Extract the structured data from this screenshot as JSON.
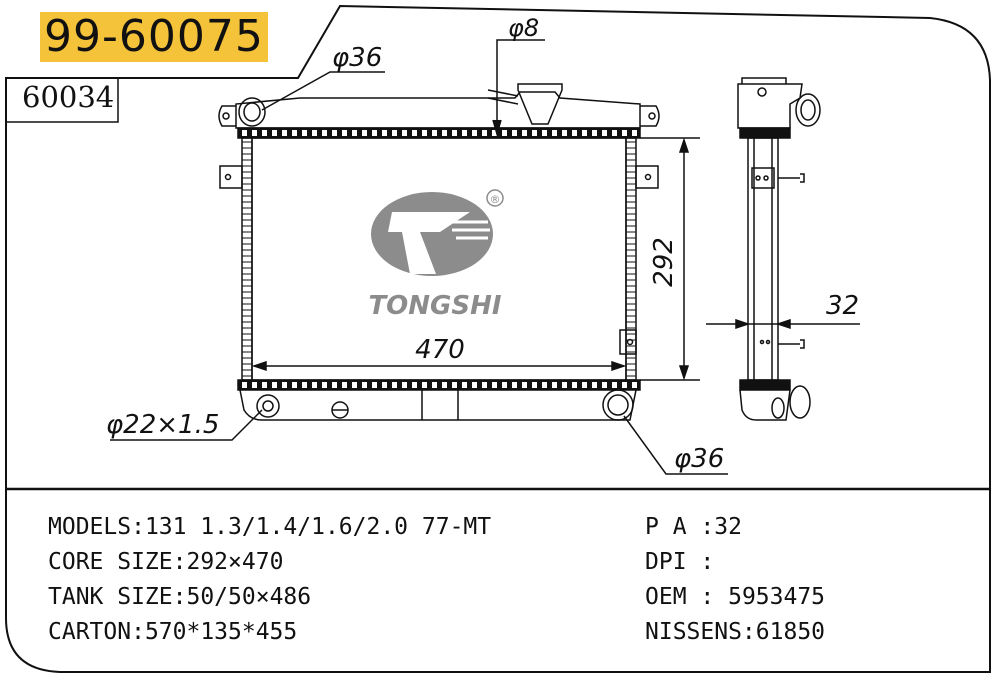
{
  "header": {
    "part_number": "99-60075",
    "reference_number": "60034"
  },
  "brand": {
    "name": "TONGSHI",
    "registered_mark": "®"
  },
  "dimensions": {
    "inlet_top": "φ36",
    "overflow": "φ8",
    "core_height": "292",
    "core_width": "470",
    "core_depth": "32",
    "outlet_small": "φ22×1.5",
    "outlet_bottom": "φ36"
  },
  "specs_left": [
    {
      "label": "MODELS:",
      "value": "131 1.3/1.4/1.6/2.0 77-MT"
    },
    {
      "label": "CORE SIZE:",
      "value": "292×470"
    },
    {
      "label": "TANK SIZE:",
      "value": "50/50×486"
    },
    {
      "label": "CARTON:",
      "value": "570*135*455"
    }
  ],
  "specs_right": [
    {
      "label": "P A :",
      "value": "32"
    },
    {
      "label": "DPI :",
      "value": ""
    },
    {
      "label": "OEM : ",
      "value": "5953475"
    },
    {
      "label": "NISSENS:",
      "value": "61850"
    }
  ],
  "colors": {
    "highlight": "#f5c33a",
    "logo_gray": "#8c8c8c",
    "line": "#111111"
  }
}
